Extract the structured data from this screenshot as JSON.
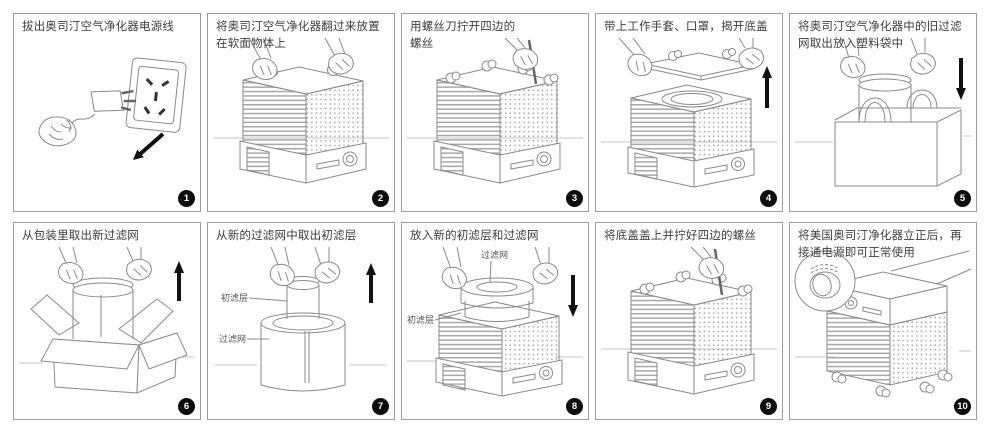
{
  "colors": {
    "line_art": "#8a8a8a",
    "badge_bg": "#0d0d0d",
    "badge_text": "#ffffff",
    "panel_border": "#9e9e9e",
    "caption_text": "#3d3d3d",
    "arrow": "#111111"
  },
  "panels": [
    {
      "step": "1",
      "caption": "拔出奥司汀空气净化器电源线"
    },
    {
      "step": "2",
      "caption": "将奥司汀空气净化器翻过来放置在软面物体上"
    },
    {
      "step": "3",
      "caption": "用螺丝刀拧开四边的螺丝"
    },
    {
      "step": "4",
      "caption": "带上工作手套、口罩，揭开底盖"
    },
    {
      "step": "5",
      "caption": "将奥司汀空气净化器中的旧过滤网取出放入塑料袋中"
    },
    {
      "step": "6",
      "caption": "从包装里取出新过滤网"
    },
    {
      "step": "7",
      "caption": "从新的过滤网中取出初滤层",
      "labels": {
        "prefilter": "初滤层",
        "filter": "过滤网"
      }
    },
    {
      "step": "8",
      "caption": "放入新的初滤层和过滤网",
      "labels": {
        "filter": "过滤网",
        "prefilter": "初滤层"
      }
    },
    {
      "step": "9",
      "caption": "将底盖盖上并拧好四边的螺丝"
    },
    {
      "step": "10",
      "caption": "将美国奥司汀净化器立正后，再接通电源即可正常使用"
    }
  ]
}
